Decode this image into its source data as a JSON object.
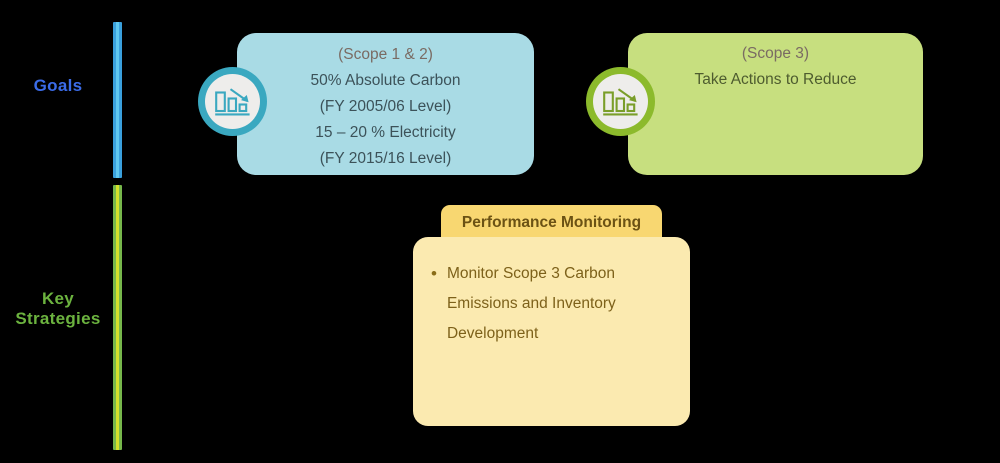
{
  "background_color": "#000000",
  "rows": [
    {
      "id": "goals",
      "label": "Goals",
      "label_color": "#3b6ce8",
      "divider_color": "#3aa0dd",
      "divider_accent_color": "#5fc8f0"
    },
    {
      "id": "key-strategies",
      "label": "Key\nStrategies",
      "label_color": "#6cb33f",
      "divider_color": "#76b74b",
      "divider_accent_color": "#d5e02a"
    }
  ],
  "goals": {
    "cards": [
      {
        "id": "scope12",
        "card_color": "#a9dbe5",
        "icon_ring_color": "#3aa8c0",
        "icon_name": "declining-bar-chart-icon",
        "scope_tag": "(Scope 1 & 2)",
        "lines": [
          "50% Absolute Carbon",
          "(FY 2005/06 Level)",
          "15 – 20 % Electricity",
          "(FY 2015/16 Level)"
        ]
      },
      {
        "id": "scope3",
        "card_color": "#c7df7f",
        "icon_ring_color": "#8cba2c",
        "icon_name": "declining-bar-chart-icon",
        "scope_tag": "(Scope 3)",
        "lines": [
          "Take Actions to Reduce"
        ]
      }
    ]
  },
  "key_strategies": {
    "card": {
      "header_title": "Performance Monitoring",
      "header_color": "#f8d771",
      "body_color": "#fbeab0",
      "bullet_glyph": "•",
      "bullet_text": "Monitor Scope 3 Carbon Emissions and Inventory Development"
    }
  }
}
